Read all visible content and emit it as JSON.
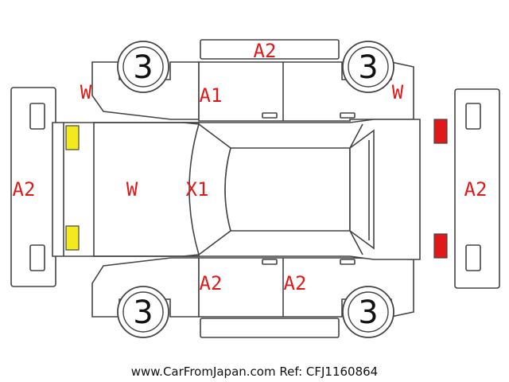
{
  "labels": {
    "front_left_w": "W",
    "front_right_w": "W",
    "roof_a2": "A2",
    "left_front_door_a1": "A1",
    "front_bumper_a2": "A2",
    "rear_bumper_a2": "A2",
    "hood_w": "W",
    "windshield_x1": "X1",
    "right_front_door_a2": "A2",
    "right_rear_door_a2": "A2"
  },
  "wheels": {
    "front_left": "3",
    "rear_left": "3",
    "front_right": "3",
    "rear_right": "3"
  },
  "footer": "www.CarFromJapan.com Ref: CFJ1160864",
  "colors": {
    "damage_text": "#e01818",
    "outline": "#444444",
    "headlight": "#f2ea1c",
    "taillight": "#e01818"
  }
}
